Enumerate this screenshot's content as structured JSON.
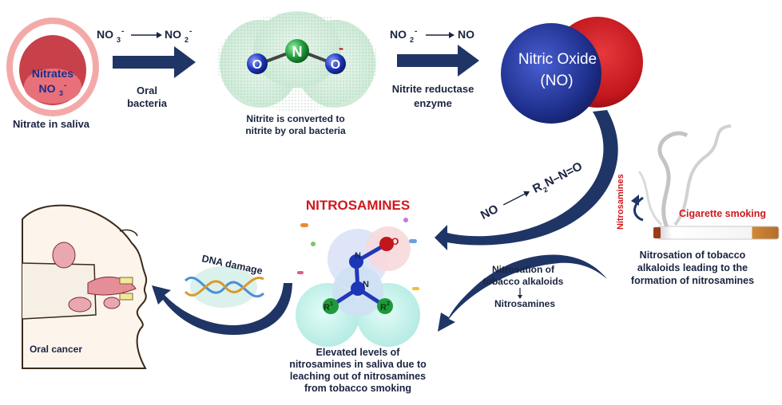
{
  "mouth": {
    "inner_line1": "Nitrates",
    "inner_line2": "NO",
    "inner_line2_sub": "3",
    "inner_line2_sup": "-",
    "caption": "Nitrate in saliva"
  },
  "reaction1": {
    "from": "NO",
    "from_sub": "3",
    "from_sup": "-",
    "to": "NO",
    "to_sub": "2",
    "to_sup": "-",
    "agent_line1": "Oral",
    "agent_line2": "bacteria"
  },
  "nitrite_molecule": {
    "atom_left": "O",
    "atom_center": "N",
    "atom_right": "O",
    "charge": "-",
    "caption_line1": "Nitrite is converted to",
    "caption_line2": "nitrite by oral bacteria"
  },
  "reaction2": {
    "from": "NO",
    "from_sub": "2",
    "from_sup": "-",
    "to": "NO",
    "agent_line1": "Nitrite reductase",
    "agent_line2": "enzyme"
  },
  "nitric_oxide": {
    "line1": "Nitric Oxide",
    "line2": "(NO)"
  },
  "smoking": {
    "side_label": "Nitrosamines",
    "label": "Cigarette smoking",
    "caption_line1": "Nitrosation of tobacco",
    "caption_line2": "alkaloids leading to the",
    "caption_line3": "formation of nitrosamines"
  },
  "formation_reaction": {
    "reactant": "NO",
    "product_prefix": "R",
    "product_sub": "2",
    "product_rest": "N–N=O"
  },
  "tobacco_path": {
    "line1": "Nitrosation of",
    "line2": "tobacco alkaloids",
    "line3": "Nitrosamines"
  },
  "nitrosamines": {
    "title": "NITROSAMINES",
    "atom_n": "N",
    "atom_o": "O",
    "atom_n2": "N",
    "r1": "R",
    "r1_sup": "1",
    "r2": "R",
    "r2_sup": "2",
    "caption_line1": "Elevated levels of",
    "caption_line2": "nitrosamines in saliva due to",
    "caption_line3": "leaching out of nitrosamines",
    "caption_line4": "from tobacco smoking"
  },
  "dna": {
    "label": "DNA damage"
  },
  "oral_cancer": {
    "label": "Oral cancer"
  },
  "colors": {
    "arrow": "#1f3566",
    "no_blue": "#1e2f8c",
    "no_red": "#c0161c",
    "title_red": "#d0181e",
    "nitrogen_green": "#1f9a3a",
    "oxygen_blue": "#1c36b8"
  }
}
